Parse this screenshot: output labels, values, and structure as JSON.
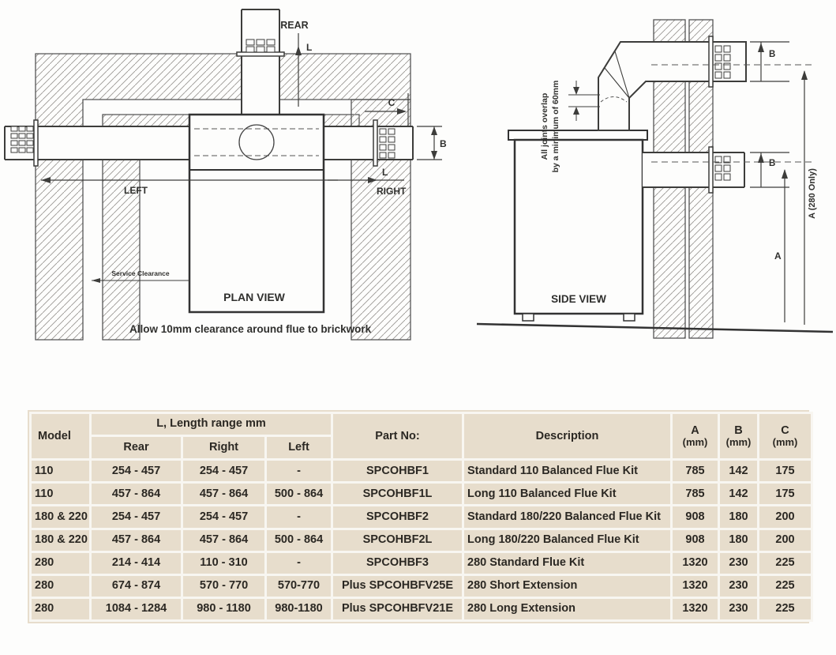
{
  "plan_view": {
    "labels": {
      "rear": "REAR",
      "l_top": "L",
      "c": "C",
      "b": "B",
      "left": "LEFT",
      "l_right": "L",
      "right": "RIGHT",
      "service": "Service Clearance",
      "title": "PLAN VIEW"
    },
    "caption": "Allow 10mm clearance around flue to brickwork"
  },
  "side_view": {
    "labels": {
      "note1": "All joints overlap",
      "note2": "by a minimum of 60mm",
      "b_top": "B",
      "b_mid": "B",
      "a": "A",
      "a280": "A (280 Only)",
      "title": "SIDE VIEW"
    }
  },
  "table": {
    "colors": {
      "background": "#e7ddcc",
      "grid": "#f8f6f1",
      "text": "#2b2823"
    },
    "header": {
      "model": "Model",
      "length_range": "L, Length range mm",
      "rear": "Rear",
      "right": "Right",
      "left": "Left",
      "part_no": "Part No:",
      "description": "Description",
      "a": "A",
      "b": "B",
      "c": "C",
      "mm": "(mm)"
    },
    "rows": [
      {
        "model": "110",
        "rear": "254 - 457",
        "right": "254 - 457",
        "left": "-",
        "part_no": "SPCOHBF1",
        "description": "Standard 110 Balanced Flue Kit",
        "a": "785",
        "b": "142",
        "c": "175"
      },
      {
        "model": "110",
        "rear": "457 - 864",
        "right": "457 - 864",
        "left": "500 - 864",
        "part_no": "SPCOHBF1L",
        "description": "Long 110 Balanced Flue Kit",
        "a": "785",
        "b": "142",
        "c": "175"
      },
      {
        "model": "180 & 220",
        "rear": "254 - 457",
        "right": "254 - 457",
        "left": "-",
        "part_no": "SPCOHBF2",
        "description": "Standard 180/220 Balanced Flue Kit",
        "a": "908",
        "b": "180",
        "c": "200"
      },
      {
        "model": "180 & 220",
        "rear": "457 - 864",
        "right": "457 - 864",
        "left": "500 - 864",
        "part_no": "SPCOHBF2L",
        "description": "Long 180/220 Balanced Flue Kit",
        "a": "908",
        "b": "180",
        "c": "200"
      },
      {
        "model": "280",
        "rear": "214 - 414",
        "right": "110 - 310",
        "left": "-",
        "part_no": "SPCOHBF3",
        "description": "280 Standard Flue Kit",
        "a": "1320",
        "b": "230",
        "c": "225"
      },
      {
        "model": "280",
        "rear": "674 - 874",
        "right": "570 - 770",
        "left": "570-770",
        "part_no": "Plus SPCOHBFV25E",
        "description": "280 Short Extension",
        "a": "1320",
        "b": "230",
        "c": "225"
      },
      {
        "model": "280",
        "rear": "1084 - 1284",
        "right": "980 - 1180",
        "left": "980-1180",
        "part_no": "Plus SPCOHBFV21E",
        "description": "280 Long Extension",
        "a": "1320",
        "b": "230",
        "c": "225"
      }
    ]
  }
}
